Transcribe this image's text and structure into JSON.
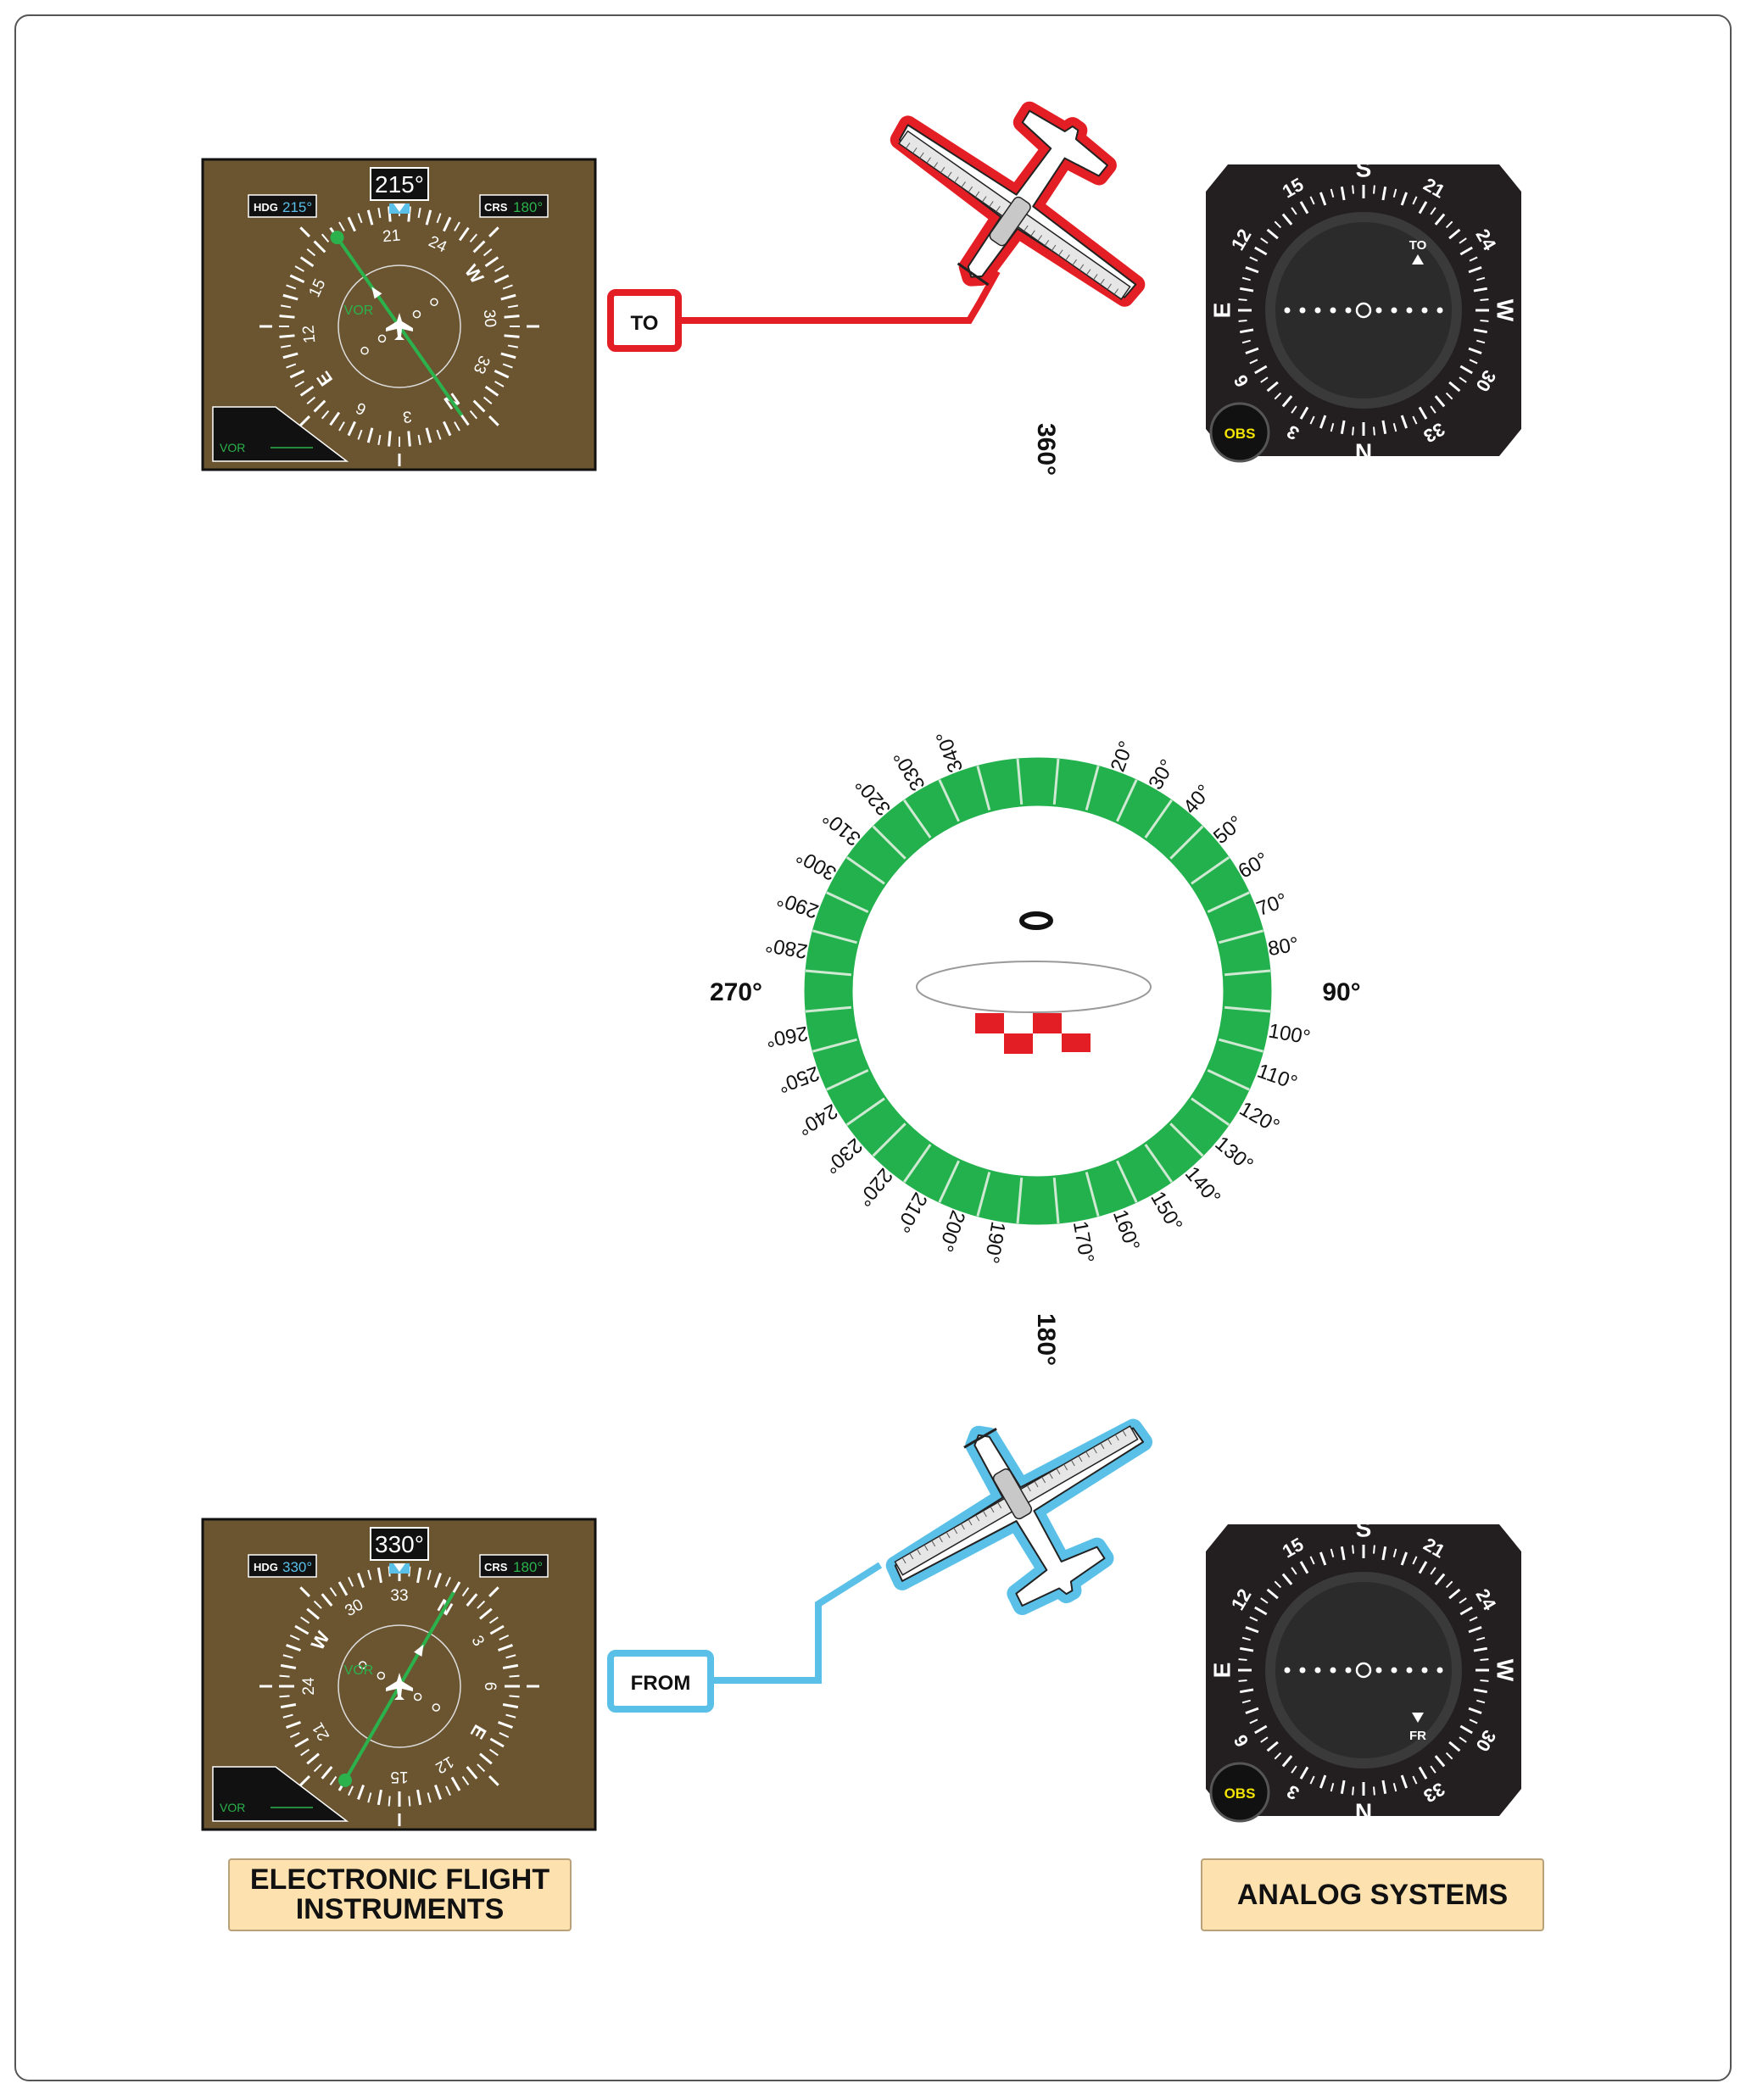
{
  "rose": {
    "north_label": "360°",
    "east_label": "90°",
    "south_label": "180°",
    "west_label": "270°",
    "ticks": [
      "20°",
      "30°",
      "40°",
      "50°",
      "60°",
      "70°",
      "80°",
      "100°",
      "110°",
      "120°",
      "130°",
      "140°",
      "150°",
      "160°",
      "170°",
      "190°",
      "200°",
      "210°",
      "220°",
      "230°",
      "240°",
      "250°",
      "260°",
      "280°",
      "290°",
      "300°",
      "310°",
      "320°",
      "330°",
      "340°"
    ],
    "ring_color": "#22b14c"
  },
  "top": {
    "efis": {
      "heading_box": "215°",
      "hdg_tag": "HDG",
      "hdg_value": "215°",
      "crs_tag": "CRS",
      "crs_value": "180°",
      "vor_label": "VOR",
      "source_label": "VOR",
      "card_labels": [
        "21",
        "24",
        "W",
        "30",
        "33",
        "N",
        "3",
        "6",
        "E",
        "12",
        "15"
      ]
    },
    "flag_label": "TO",
    "airplane_color": "#e31e24",
    "cdi": {
      "card_labels": [
        "S",
        "21",
        "24",
        "W",
        "30",
        "33",
        "N",
        "3",
        "6",
        "E",
        "12",
        "15"
      ],
      "flag": "TO",
      "knob": "OBS"
    }
  },
  "bottom": {
    "efis": {
      "heading_box": "330°",
      "hdg_tag": "HDG",
      "hdg_value": "330°",
      "crs_tag": "CRS",
      "crs_value": "180°",
      "vor_label": "VOR",
      "source_label": "VOR",
      "card_labels": [
        "33",
        "N",
        "3",
        "6",
        "E",
        "12",
        "15",
        "21",
        "24",
        "W",
        "30"
      ]
    },
    "flag_label": "FROM",
    "airplane_color": "#5bc0e8",
    "cdi": {
      "card_labels": [
        "S",
        "21",
        "24",
        "W",
        "30",
        "33",
        "N",
        "3",
        "6",
        "E",
        "12",
        "15"
      ],
      "flag": "FR",
      "knob": "OBS"
    }
  },
  "captions": {
    "left_line1": "ELECTRONIC FLIGHT",
    "left_line2": "INSTRUMENTS",
    "right": "ANALOG SYSTEMS"
  },
  "colors": {
    "efis_bg": "#6b5530",
    "efis_cyan": "#5bc0e8",
    "efis_green": "#2bb24c",
    "instrument_bg": "#231f20",
    "knob_text": "#f2e300"
  }
}
